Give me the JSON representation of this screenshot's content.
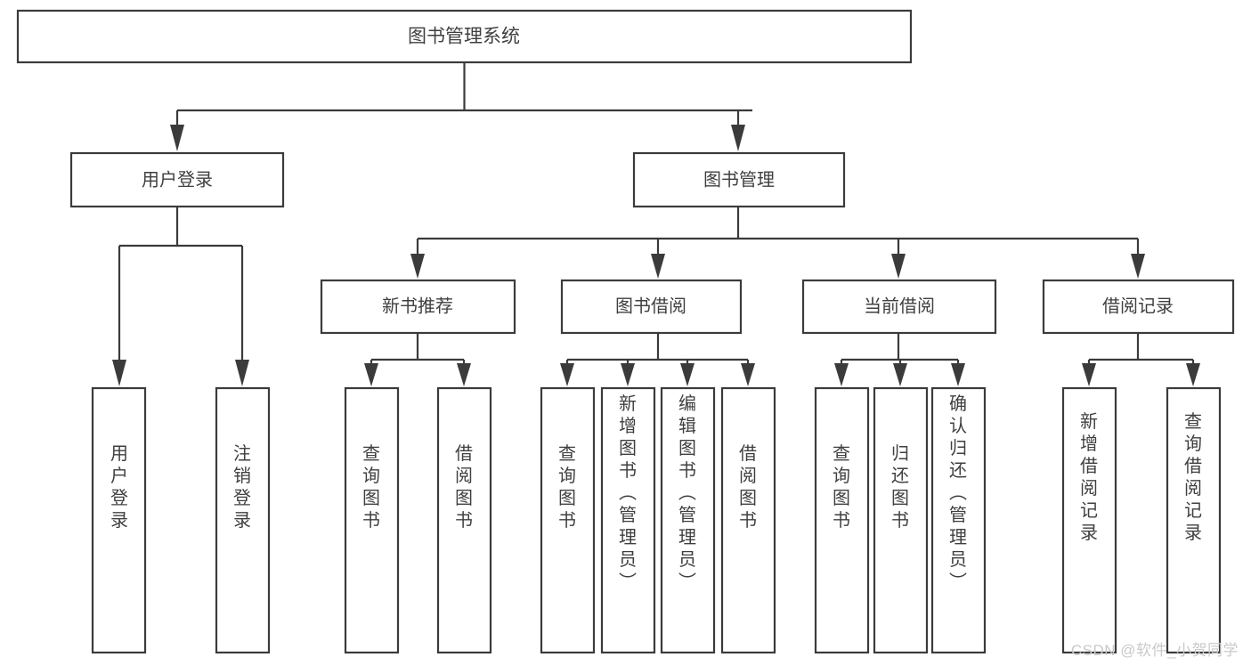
{
  "diagram": {
    "type": "tree-hierarchy-diagram",
    "title": "图书管理系统",
    "background_color": "#ffffff",
    "line_color": "#3b3b3b",
    "text_color": "#3f3f3f",
    "root": {
      "id": "root",
      "label": "图书管理系统",
      "orientation": "horizontal"
    },
    "level2": [
      {
        "id": "user-login",
        "label": "用户登录",
        "orientation": "horizontal"
      },
      {
        "id": "book-manage",
        "label": "图书管理",
        "orientation": "horizontal"
      }
    ],
    "level3": [
      {
        "id": "new-book-recommend",
        "label": "新书推荐",
        "parent": "book-manage",
        "orientation": "horizontal"
      },
      {
        "id": "book-borrow",
        "label": "图书借阅",
        "parent": "book-manage",
        "orientation": "horizontal"
      },
      {
        "id": "current-borrow",
        "label": "当前借阅",
        "parent": "book-manage",
        "orientation": "horizontal"
      },
      {
        "id": "borrow-record",
        "label": "借阅记录",
        "parent": "book-manage",
        "orientation": "horizontal"
      }
    ],
    "leaves": [
      {
        "id": "leaf-user-login",
        "label": "用户登录",
        "parent": "user-login",
        "orientation": "vertical"
      },
      {
        "id": "leaf-logout-login",
        "label": "注销登录",
        "parent": "user-login",
        "orientation": "vertical"
      },
      {
        "id": "leaf-query-book-1",
        "label": "查询图书",
        "parent": "new-book-recommend",
        "orientation": "vertical"
      },
      {
        "id": "leaf-borrow-book-1",
        "label": "借阅图书",
        "parent": "new-book-recommend",
        "orientation": "vertical"
      },
      {
        "id": "leaf-query-book-2",
        "label": "查询图书",
        "parent": "book-borrow",
        "orientation": "vertical"
      },
      {
        "id": "leaf-add-book",
        "label": "新增图书（管理员）",
        "parent": "book-borrow",
        "orientation": "vertical"
      },
      {
        "id": "leaf-edit-book",
        "label": "编辑图书（管理员）",
        "parent": "book-borrow",
        "orientation": "vertical"
      },
      {
        "id": "leaf-borrow-book-2",
        "label": "借阅图书",
        "parent": "book-borrow",
        "orientation": "vertical"
      },
      {
        "id": "leaf-query-book-3",
        "label": "查询图书",
        "parent": "current-borrow",
        "orientation": "vertical"
      },
      {
        "id": "leaf-return-book",
        "label": "归还图书",
        "parent": "current-borrow",
        "orientation": "vertical"
      },
      {
        "id": "leaf-confirm-return",
        "label": "确认归还（管理员）",
        "parent": "current-borrow",
        "orientation": "vertical"
      },
      {
        "id": "leaf-add-record",
        "label": "新增借阅记录",
        "parent": "borrow-record",
        "orientation": "vertical"
      },
      {
        "id": "leaf-query-record",
        "label": "查询借阅记录",
        "parent": "borrow-record",
        "orientation": "vertical"
      }
    ]
  },
  "watermark": {
    "text": "CSDN @软件_小贺同学"
  }
}
